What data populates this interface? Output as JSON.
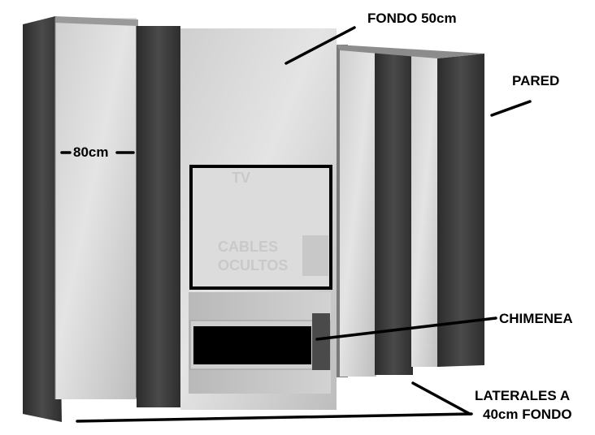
{
  "labels": {
    "fondo": "FONDO 50cm",
    "pared": "PARED",
    "width": "80cm",
    "tv": "TV",
    "cables_line1": "CABLES",
    "cables_line2": "OCULTOS",
    "chimenea": "CHIMENEA",
    "laterales_line1": "LATERALES A",
    "laterales_line2": "40cm FONDO"
  },
  "colors": {
    "dark_panel": "#3a3a3a",
    "light_panel": "#d6d6d6",
    "tv_frame": "#000000",
    "fireplace": "#000000"
  }
}
